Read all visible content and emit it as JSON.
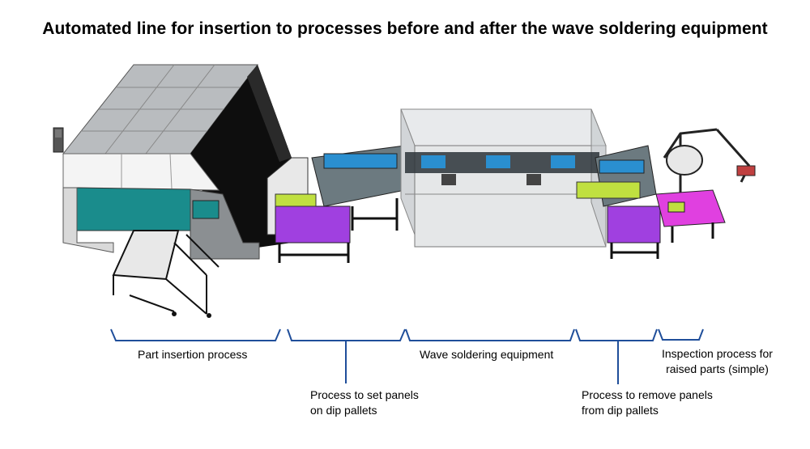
{
  "title": "Automated line for insertion to processes before and after the wave soldering equipment",
  "colors": {
    "bracket": "#1f4e9a",
    "machine_dark": "#111111",
    "teal_panel": "#1a8c8c",
    "purple": "#a040e0",
    "magenta": "#e040e0",
    "frame": "#333333",
    "enclosure": "#cfd3d6"
  },
  "labels": {
    "part_insertion": "Part insertion process",
    "set_panels_1": "Process to set panels",
    "set_panels_2": "on dip pallets",
    "wave_soldering": "Wave soldering equipment",
    "remove_panels_1": "Process to remove panels",
    "remove_panels_2": "from dip pallets",
    "inspection_1": "Inspection process for",
    "inspection_2": "raised parts (simple)"
  }
}
